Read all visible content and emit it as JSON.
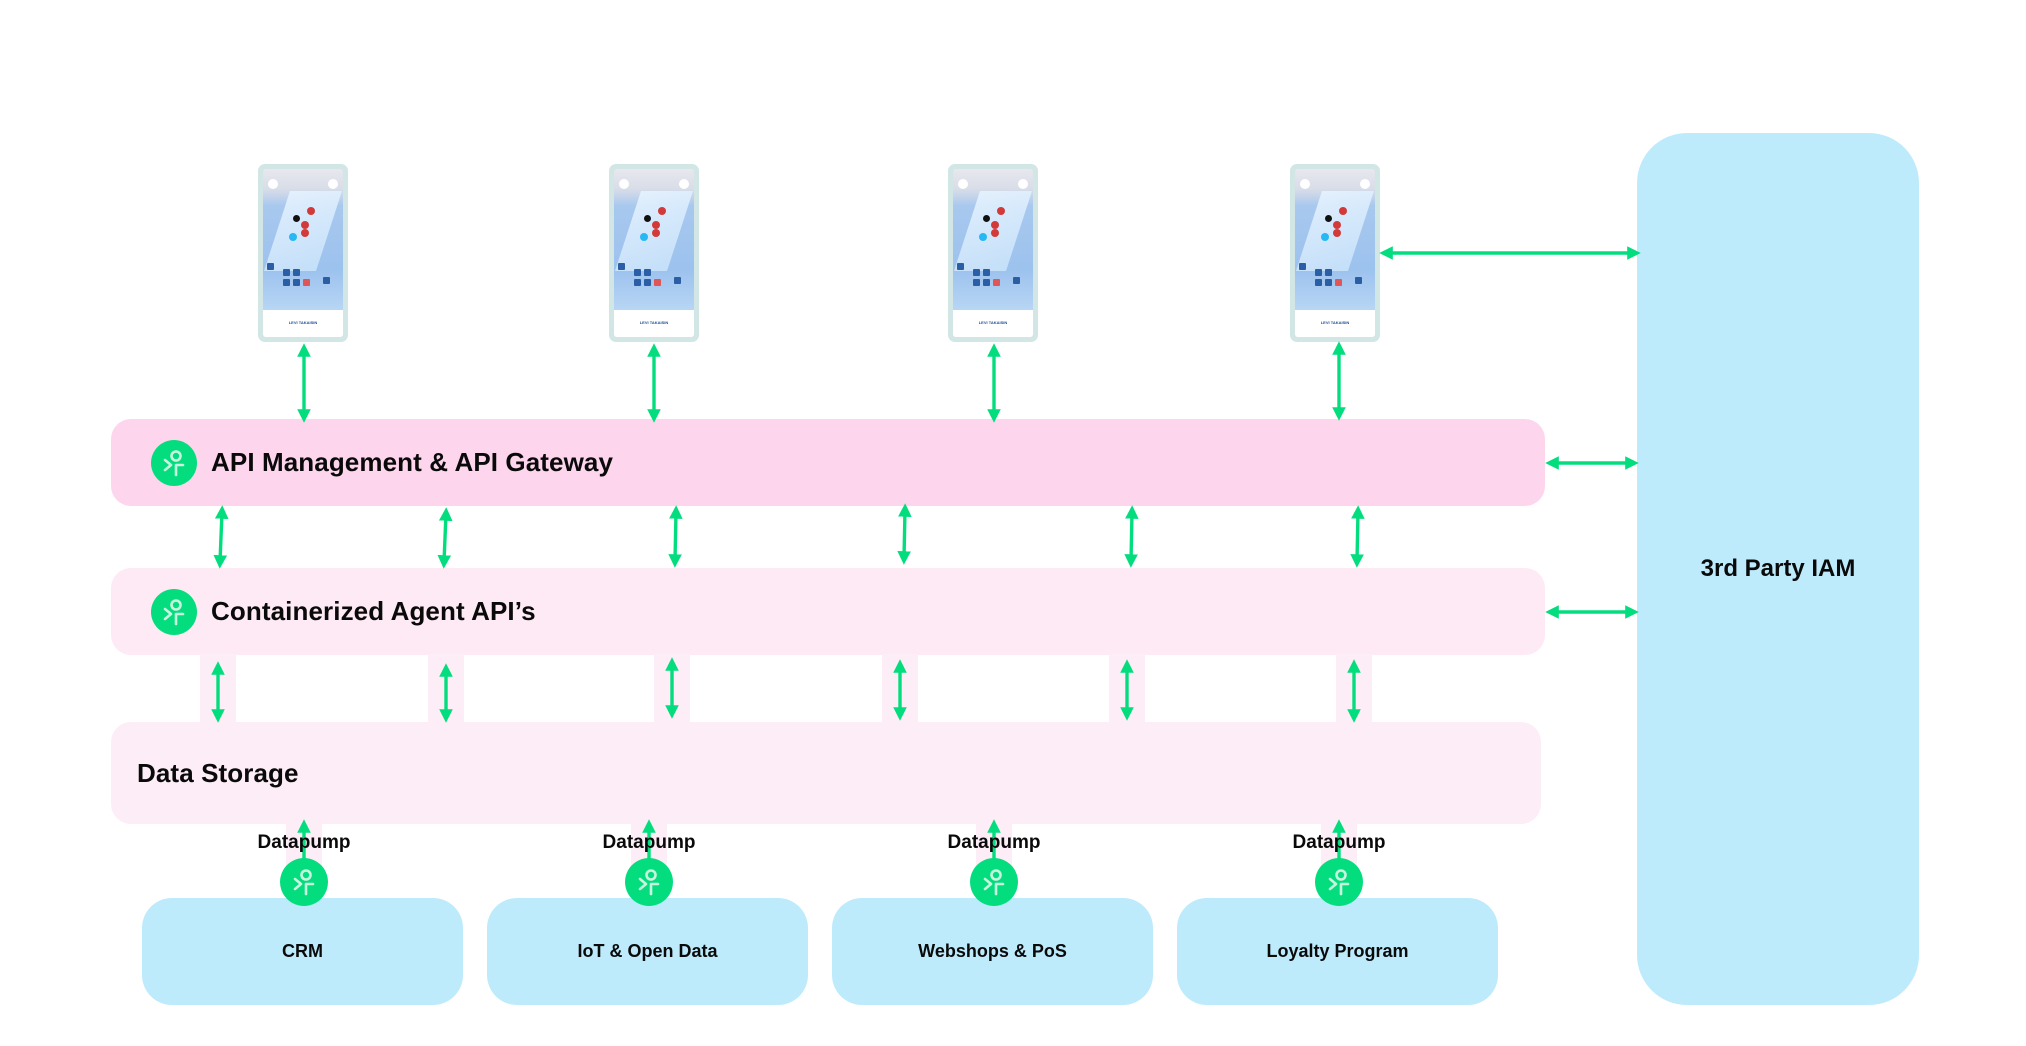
{
  "diagram": {
    "layers": {
      "api_gateway": {
        "title": "API Management & API Gateway",
        "color": "#fdd6ee"
      },
      "agent_apis": {
        "title": "Containerized Agent API’s",
        "color": "#fdeaf5"
      },
      "data_storage": {
        "title": "Data Storage",
        "color": "#fdedf7"
      }
    },
    "iam": {
      "title": "3rd Party IAM",
      "color": "#bdebfc"
    },
    "phones": [
      {
        "label": "LEVI TAKAISIN"
      },
      {
        "label": "LEVI TAKAISIN"
      },
      {
        "label": "LEVI TAKAISIN"
      },
      {
        "label": "LEVI TAKAISIN"
      }
    ],
    "datapumps": [
      {
        "label": "Datapump"
      },
      {
        "label": "Datapump"
      },
      {
        "label": "Datapump"
      },
      {
        "label": "Datapump"
      }
    ],
    "sources": [
      {
        "label": "CRM"
      },
      {
        "label": "IoT & Open Data"
      },
      {
        "label": "Webshops & PoS"
      },
      {
        "label": "Loyalty Program"
      }
    ],
    "arrow_color": "#04dd7e",
    "logo_color": "#04dd7e",
    "logo_icon": "agent-figure-icon"
  }
}
